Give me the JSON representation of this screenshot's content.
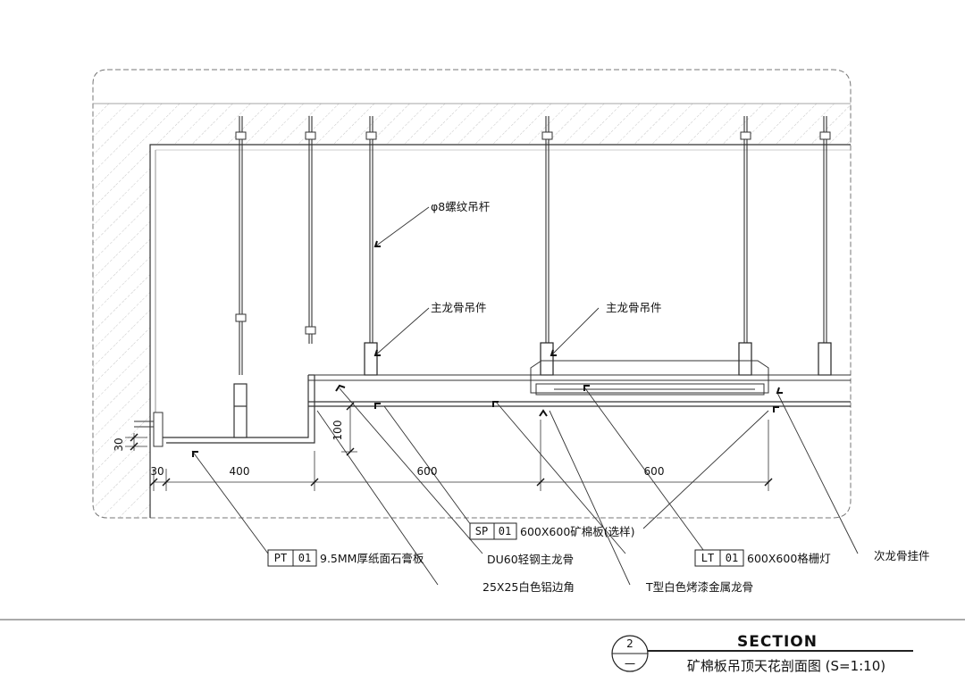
{
  "drawing": {
    "labels": {
      "threaded_rod": "φ8螺纹吊杆",
      "main_hanger_left": "主龙骨吊件",
      "main_hanger_right": "主龙骨吊件",
      "secondary_hanger": "次龙骨挂件",
      "du60_keel": "DU60轻钢主龙骨",
      "aluminum_angle": "25X25白色铝边角",
      "t_keel": "T型白色烤漆金属龙骨"
    },
    "tags": {
      "sp": {
        "code": "SP",
        "num": "01",
        "text": "600X600矿棉板(选样)"
      },
      "pt": {
        "code": "PT",
        "num": "01",
        "text": "9.5MM厚纸面石膏板"
      },
      "lt": {
        "code": "LT",
        "num": "01",
        "text": "600X600格栅灯"
      }
    },
    "dimensions": {
      "d30_vertical": "30",
      "d30_horizontal": "30",
      "d400": "400",
      "d600_left": "600",
      "d600_right": "600",
      "d100": "100"
    },
    "title": {
      "number": "2",
      "sheet": "一",
      "heading": "SECTION",
      "subtitle": "矿棉板吊顶天花剖面图 (S=1:10)"
    }
  }
}
